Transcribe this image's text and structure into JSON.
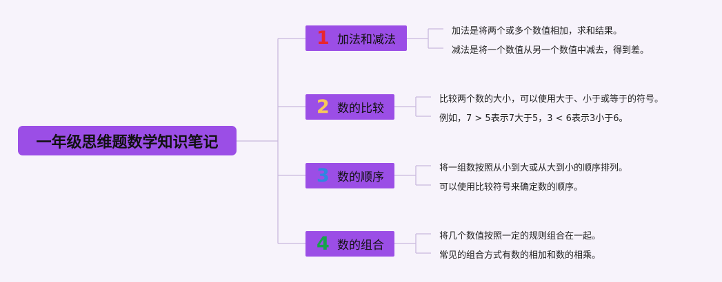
{
  "root": {
    "title": "一年级思维题数学知识笔记"
  },
  "branches": [
    {
      "number": "1",
      "color": "#e8262f",
      "title": "加法和减法",
      "leaves": [
        "加法是将两个或多个数值相加，求和结果。",
        "减法是将一个数值从另一个数值中减去，得到差。"
      ]
    },
    {
      "number": "2",
      "color": "#f7c85a",
      "title": "数的比较",
      "leaves": [
        "比较两个数的大小，可以使用大于、小于或等于的符号。",
        "例如，7 > 5表示7大于5，3 < 6表示3小于6。"
      ]
    },
    {
      "number": "3",
      "color": "#2f86e0",
      "title": "数的顺序",
      "leaves": [
        "将一组数按照从小到大或从大到小的顺序排列。",
        "可以使用比较符号来确定数的顺序。"
      ]
    },
    {
      "number": "4",
      "color": "#16a34a",
      "title": "数的组合",
      "leaves": [
        "将几个数值按照一定的规则组合在一起。",
        "常见的组合方式有数的相加和数的相乘。"
      ]
    }
  ]
}
